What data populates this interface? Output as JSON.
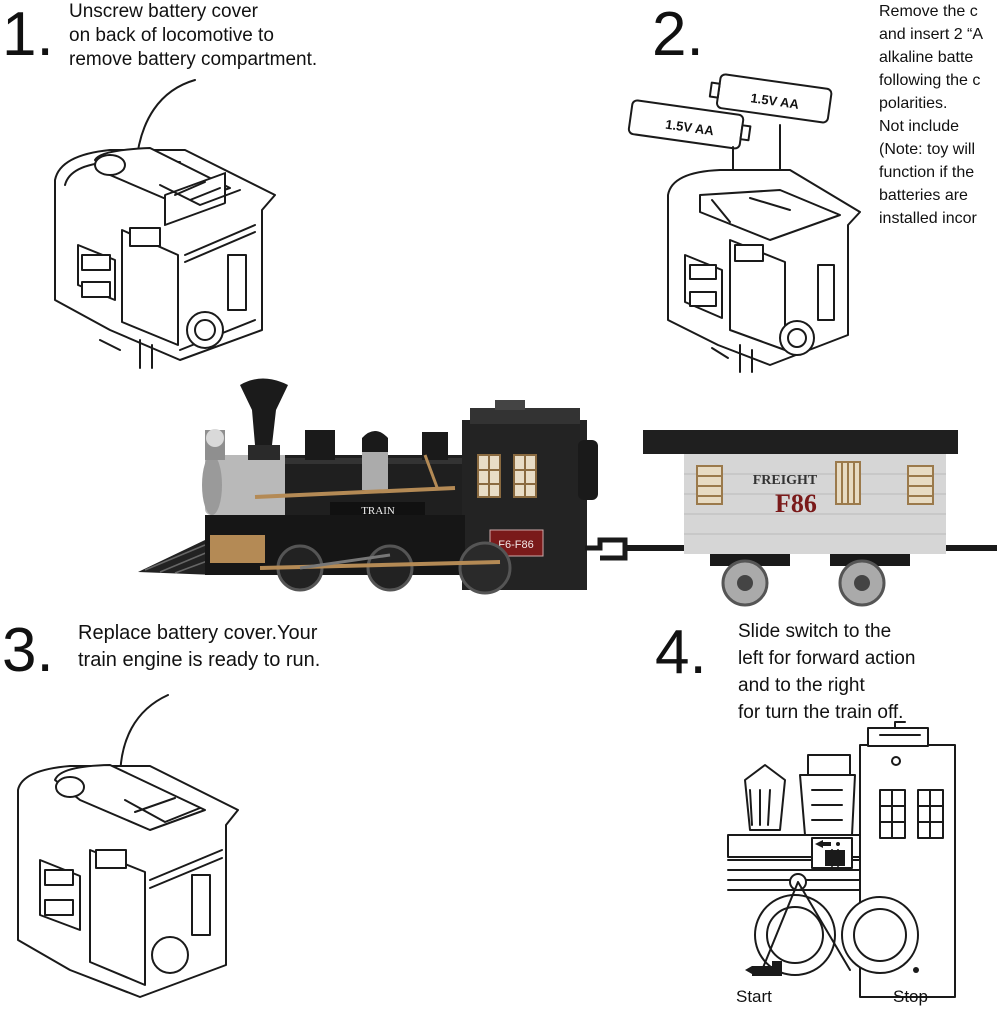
{
  "steps": [
    {
      "number": "1",
      "lines": [
        "Unscrew battery cover",
        "on back of locomotive to",
        "remove battery compartment."
      ]
    },
    {
      "number": "2",
      "lines": [
        "Remove the c",
        "and insert 2 “A",
        "alkaline batte",
        "following the c",
        "polarities.",
        "Not include",
        "(Note: toy will",
        "function if the",
        "batteries are",
        "installed incor"
      ]
    },
    {
      "number": "3",
      "lines": [
        "Replace battery cover.Your",
        "train engine is ready to run."
      ]
    },
    {
      "number": "4",
      "lines": [
        "Slide switch to the",
        "left for forward action",
        "and to the right",
        "for turn the train off."
      ]
    }
  ],
  "batteries": [
    {
      "label": "1.5V AA"
    },
    {
      "label": "1.5V AA"
    }
  ],
  "locomotive": {
    "boiler_label": "TRAIN",
    "plate_label": "F6-F86"
  },
  "freight_car": {
    "line1": "FREIGHT",
    "line2": "F86"
  },
  "switch": {
    "left_label": "Start",
    "right_label": "Stop"
  },
  "colors": {
    "ink": "#111111",
    "loco_body": "#1f1f1f",
    "loco_gold": "#b48a55",
    "car_body": "#d6d6d6",
    "plate_red": "#7a1a1a"
  }
}
